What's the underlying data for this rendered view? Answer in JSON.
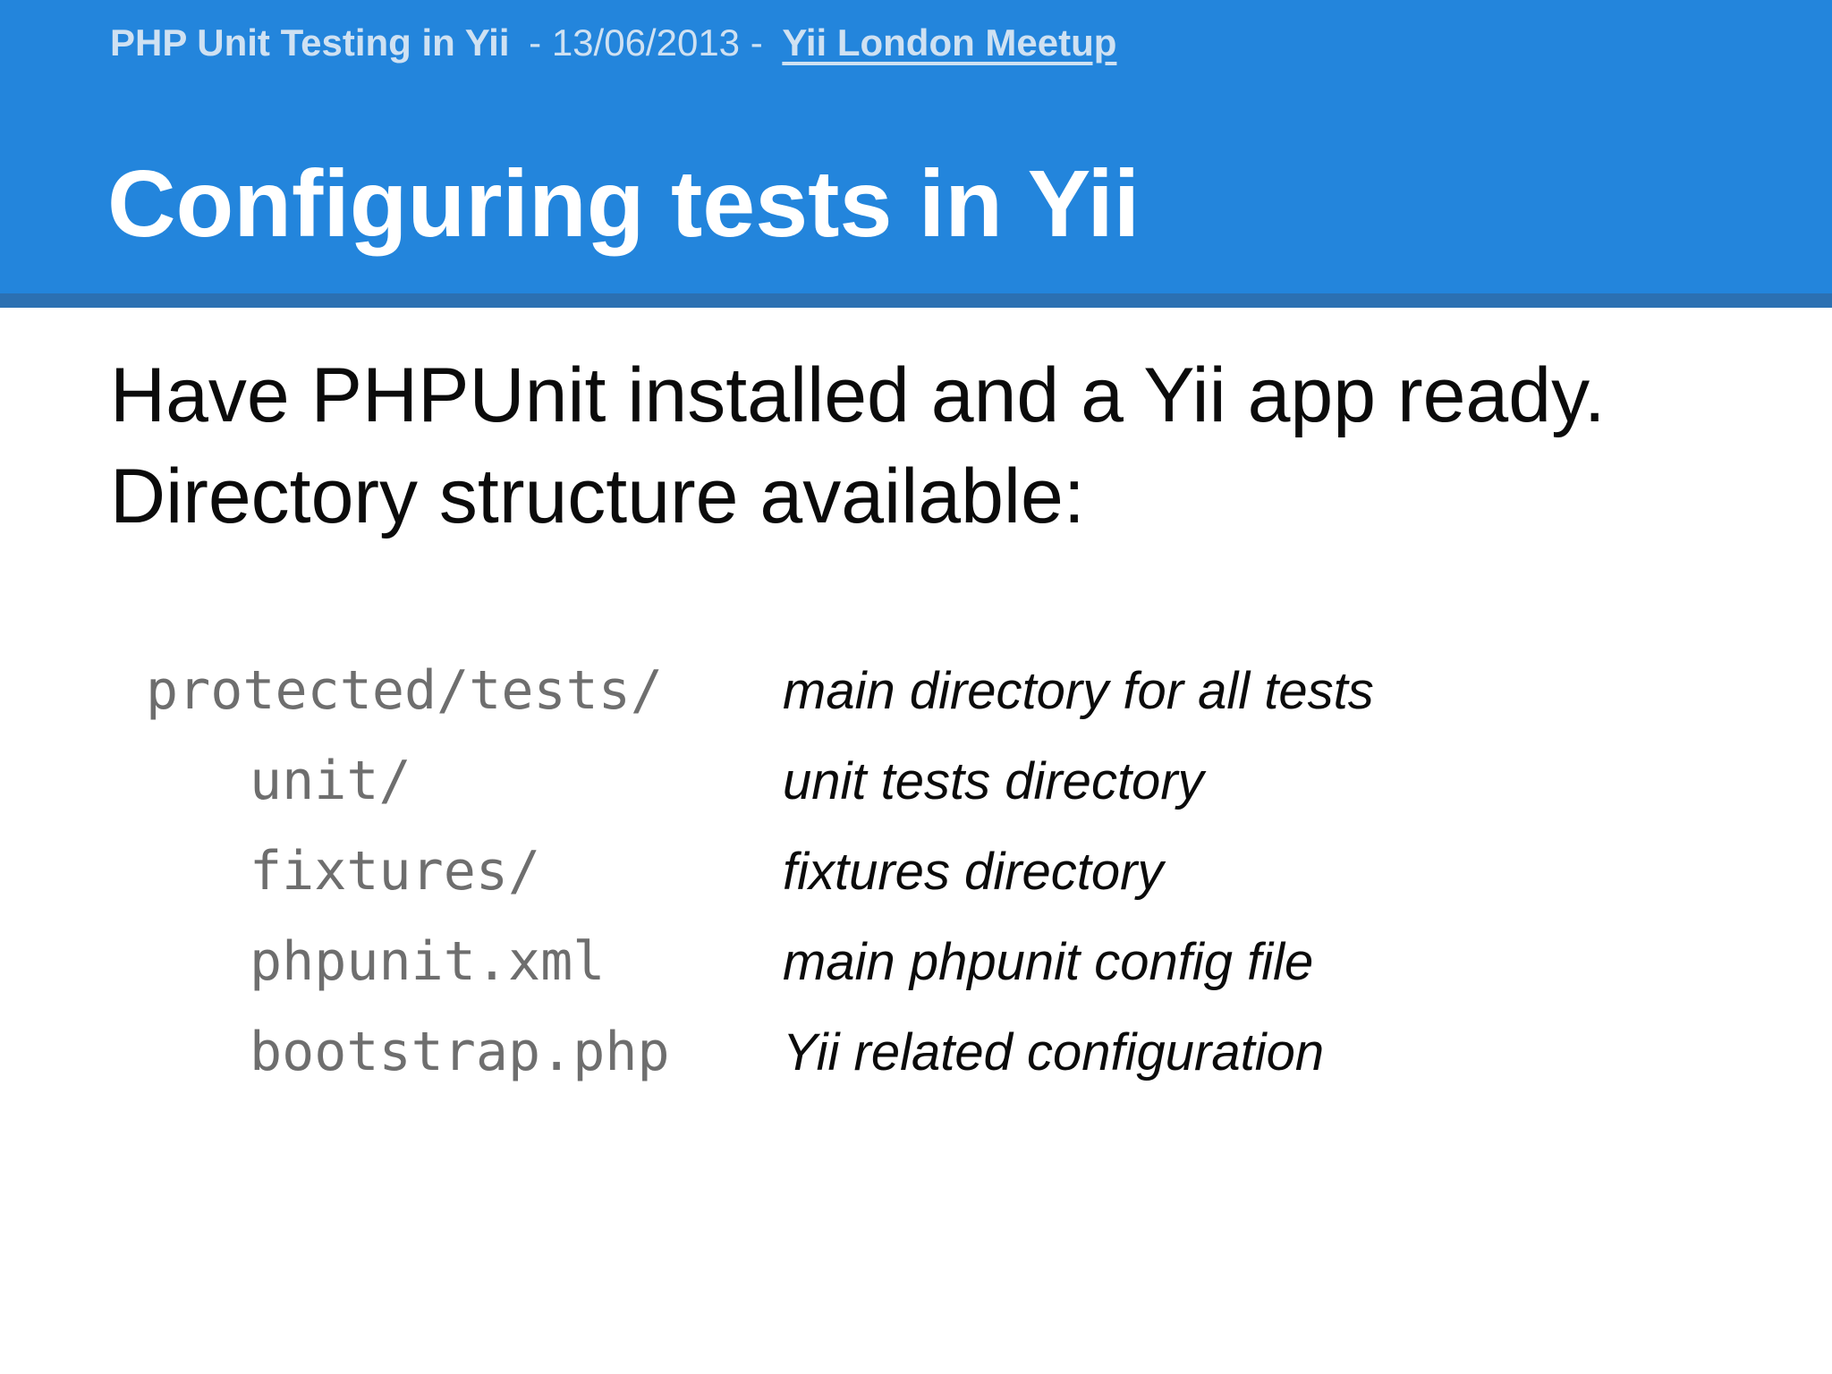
{
  "colors": {
    "header_background": "#2385dc",
    "header_bottom_strip": "#2b70b2",
    "header_text": "#cfe1f2",
    "title_text": "#ffffff",
    "body_text": "#0b0b0b",
    "path_text": "#6e6e6e"
  },
  "header": {
    "presentation_title": "PHP Unit Testing in Yii",
    "date_segment": "- 13/06/2013 -",
    "meetup_link_label": "Yii London Meetup",
    "slide_title": "Configuring tests in Yii"
  },
  "intro": {
    "line1": "Have PHPUnit installed and a Yii app ready.",
    "line2": "Directory structure available:"
  },
  "directory": {
    "rows": [
      {
        "path": "protected/tests/",
        "description": "main directory for all tests"
      },
      {
        "path": "unit/",
        "description": "unit tests directory"
      },
      {
        "path": "fixtures/",
        "description": "fixtures directory"
      },
      {
        "path": "phpunit.xml",
        "description": "main phpunit config file"
      },
      {
        "path": "bootstrap.php",
        "description": "Yii related configuration"
      }
    ]
  }
}
